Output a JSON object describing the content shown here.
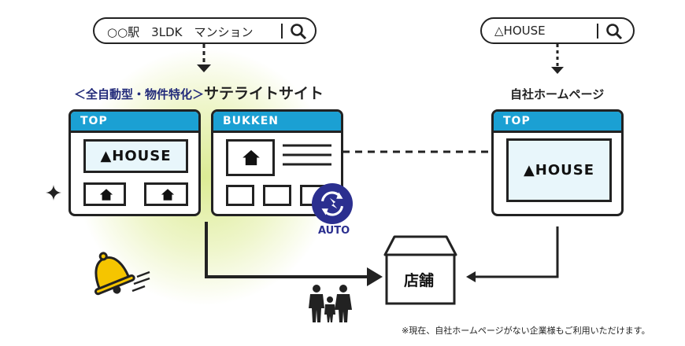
{
  "search_left": {
    "query": "○○駅　3LDK　マンション"
  },
  "search_right": {
    "query": "△HOUSE"
  },
  "satellite": {
    "prefix": "＜全自動型・物件特化＞",
    "title": "サテライトサイト"
  },
  "own_site": {
    "title": "自社ホームページ"
  },
  "windows": {
    "top_left": {
      "header": "TOP",
      "banner": "▲HOUSE"
    },
    "bukken": {
      "header": "BUKKEN"
    },
    "top_right": {
      "header": "TOP",
      "banner": "▲HOUSE"
    }
  },
  "auto_label": "AUTO",
  "store_label": "店舗",
  "footnote": "※現在、自社ホームページがない企業様もご利用いただけます。",
  "colors": {
    "accent": "#1ba0d3",
    "navy": "#2b2f8f",
    "glow": "#d6e882",
    "bell": "#f5c500"
  }
}
